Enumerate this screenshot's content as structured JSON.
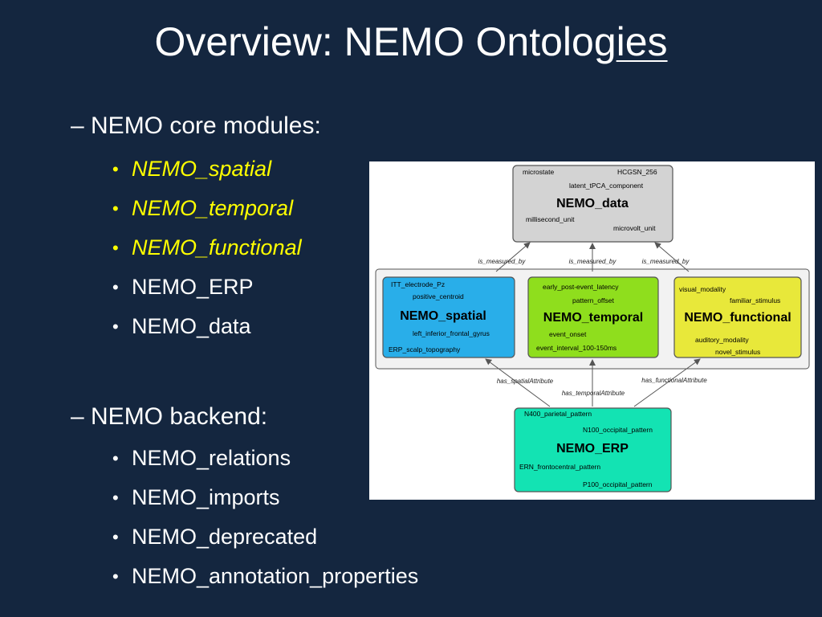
{
  "slide": {
    "title_main": "Overview: NEMO Ontolog",
    "title_tail": "ies",
    "core_heading": "– NEMO core modules:",
    "core_items": [
      "NEMO_spatial",
      "NEMO_temporal",
      "NEMO_functional",
      "NEMO_ERP",
      "NEMO_data"
    ],
    "backend_heading": "– NEMO backend:",
    "backend_items": [
      "NEMO_relations",
      "NEMO_imports",
      "NEMO_deprecated",
      "NEMO_annotation_properties"
    ],
    "bullet_char": "•",
    "colors": {
      "background": "#14263f",
      "text": "#ffffff",
      "highlight": "#ffff00"
    }
  },
  "diagram": {
    "nodes": {
      "data": {
        "title": "NEMO_data",
        "terms": [
          "microstate",
          "HCGSN_256",
          "latent_tPCA_component",
          "millisecond_unit",
          "microvolt_unit"
        ],
        "color": "#d3d3d3"
      },
      "spatial": {
        "title": "NEMO_spatial",
        "terms": [
          "ITT_electrode_Pz",
          "positive_centroid",
          "left_inferior_frontal_gyrus",
          "ERP_scalp_topography"
        ],
        "color": "#29aee9"
      },
      "temporal": {
        "title": "NEMO_temporal",
        "terms": [
          "early_post-event_latency",
          "pattern_offset",
          "event_onset",
          "event_interval_100-150ms"
        ],
        "color": "#8fde1d"
      },
      "functional": {
        "title": "NEMO_functional",
        "terms": [
          "visual_modality",
          "familiar_stimulus",
          "auditory_modality",
          "novel_stimulus"
        ],
        "color": "#e8e83a"
      },
      "erp": {
        "title": "NEMO_ERP",
        "terms": [
          "N400_parietal_pattern",
          "N100_occipital_pattern",
          "ERN_frontocentral_pattern",
          "P100_occipital_pattern"
        ],
        "color": "#13e3b3"
      }
    },
    "edges": {
      "is_measured_by": "is_measured_by",
      "has_spatial": "has_spatialAttribute",
      "has_temporal": "has_temporalAttribute",
      "has_functional": "has_functionalAttribute"
    }
  }
}
